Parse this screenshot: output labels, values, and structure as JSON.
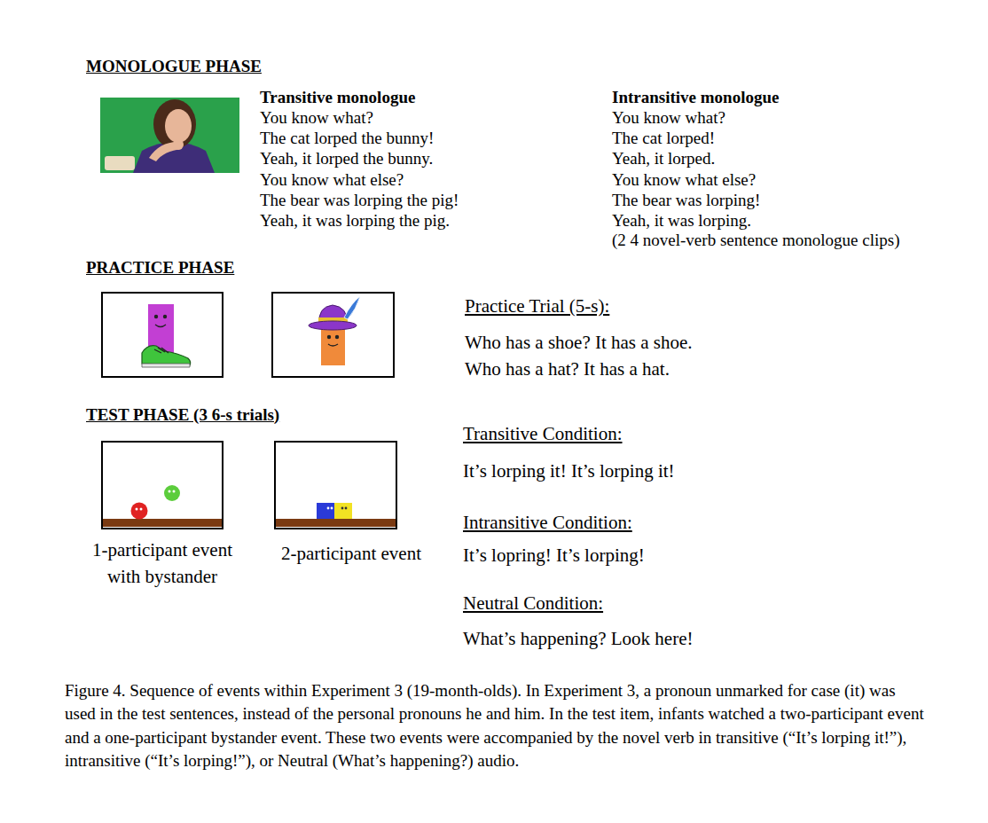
{
  "diagram": {
    "caption": "Figure 4. Sequence of events within Experiment 3 (19-month-olds). In Experiment 3, a pronoun unmarked for case (it) was used in the test sentences, instead of the personal pronouns he and him. In the test item, infants watched a two-participant event and a one-participant bystander event. These two events were accompanied by the novel verb in transitive (“It’s lorping it!”), intransitive (“It’s lorping!”), or Neutral (What’s happening?) audio.",
    "labels": [
      "MONOLOGUE PHASE",
      "Transitive monologue",
      "You know what?",
      "The cat lorped the bunny!",
      "Yeah, it lorped the bunny.",
      "You know what else?",
      "The bear was lorping the pig!",
      "Yeah, it was lorping the pig.",
      "Intransitive monologue",
      "You know what?",
      "The cat lorped!",
      "Yeah, it lorped.",
      "You know what else?",
      "The bear was lorping!",
      "Yeah, it was lorping.",
      "(2 4 novel-verb sentence monologue clips)",
      "PRACTICE PHASE",
      "Practice Trial (5-s):",
      "Who has a shoe? It has a shoe.",
      "Who has a hat? It has a hat.",
      "TEST PHASE (3 6-s trials)",
      "Transitive Condition:",
      "It’s lorping it! It’s lorping it!",
      "Intransitive Condition:",
      "It’s lopring! It’s lorping!",
      "Neutral Condition:",
      "What’s happening? Look here!",
      "1-participant event with bystander",
      "2-participant event"
    ]
  }
}
